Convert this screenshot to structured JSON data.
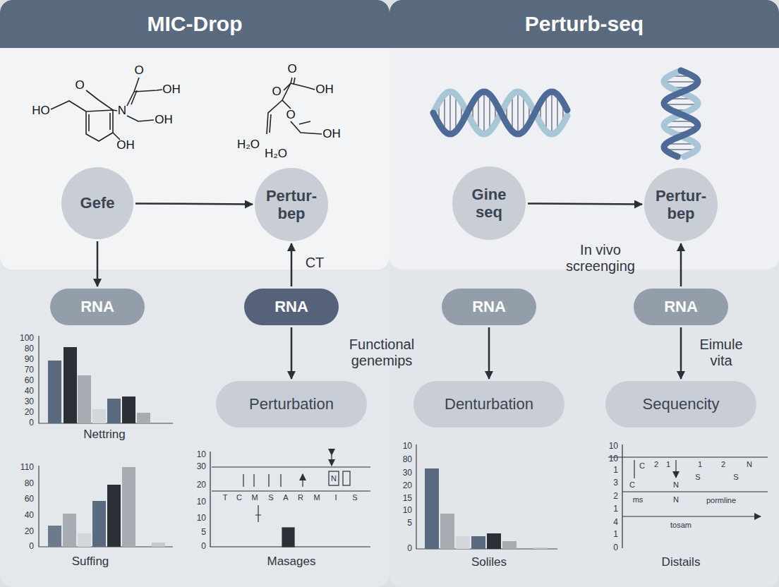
{
  "diagram": {
    "nodes": [
      {
        "text": [
          "MIC-Drop"
        ]
      },
      {
        "text": [
          "Gefe"
        ],
        "in": 0
      },
      {
        "text": [
          "Pertur- bep"
        ],
        "in": 0
      },
      {
        "text": [
          "RNA"
        ],
        "in": 0
      },
      {
        "text": [
          "RNA"
        ],
        "in": 0
      },
      {
        "text": [
          "Perturbation"
        ],
        "in": 0
      },
      {
        "text": [
          "Perturb-seq"
        ]
      },
      {
        "text": [
          "Gine seq"
        ],
        "in": 6
      },
      {
        "text": [
          "Pertur- bep"
        ],
        "in": 6
      },
      {
        "text": [
          "RNA"
        ],
        "in": 6
      },
      {
        "text": [
          "RNA"
        ],
        "in": 6
      },
      {
        "text": [
          "Denturbation"
        ],
        "in": 6
      },
      {
        "text": [
          "Sequencity"
        ],
        "in": 6
      }
    ],
    "edges": [
      {
        "from": 1,
        "to": 2,
        "arrow": "to"
      },
      {
        "from": 1,
        "to": 3,
        "arrow": "to"
      },
      {
        "from": 4,
        "to": 2,
        "arrow": "to"
      },
      {
        "from": 4,
        "to": 5,
        "arrow": "to"
      },
      {
        "from": 7,
        "to": 8,
        "arrow": "to"
      },
      {
        "from": 10,
        "to": 8,
        "arrow": "to"
      },
      {
        "from": 9,
        "to": 11,
        "arrow": "to"
      },
      {
        "from": 10,
        "to": 12,
        "arrow": "to"
      }
    ],
    "labels": [
      "O",
      "O",
      "OH",
      "HO",
      "N",
      "OH",
      "OH",
      "O",
      "O",
      "OH",
      "O",
      "OH",
      "H₂O",
      "H₂O",
      "CT",
      "In vivo screenging",
      "Functional genemips",
      "Eimule vita",
      "100",
      "80",
      "90",
      "70",
      "60",
      "40",
      "30",
      "20",
      "0",
      "Nettring",
      "110",
      "80",
      "60",
      "40",
      "20",
      "0",
      "Suffing",
      "10",
      "30",
      "20",
      "10",
      "10",
      "5",
      "0",
      "T",
      "C",
      "M",
      "S",
      "A",
      "R",
      "M",
      "I",
      "S",
      "N",
      "Masages",
      "10",
      "80",
      "30",
      "20",
      "15",
      "10",
      "5",
      "0",
      "Soliles",
      "10",
      "10",
      "1",
      "3",
      "2",
      "1",
      "4",
      "1",
      "0",
      "C",
      "2",
      "1",
      "1",
      "2",
      "N",
      "S",
      "S",
      "C",
      "ms",
      "N",
      "N",
      "pormline",
      "tosam",
      "Distails"
    ]
  }
}
